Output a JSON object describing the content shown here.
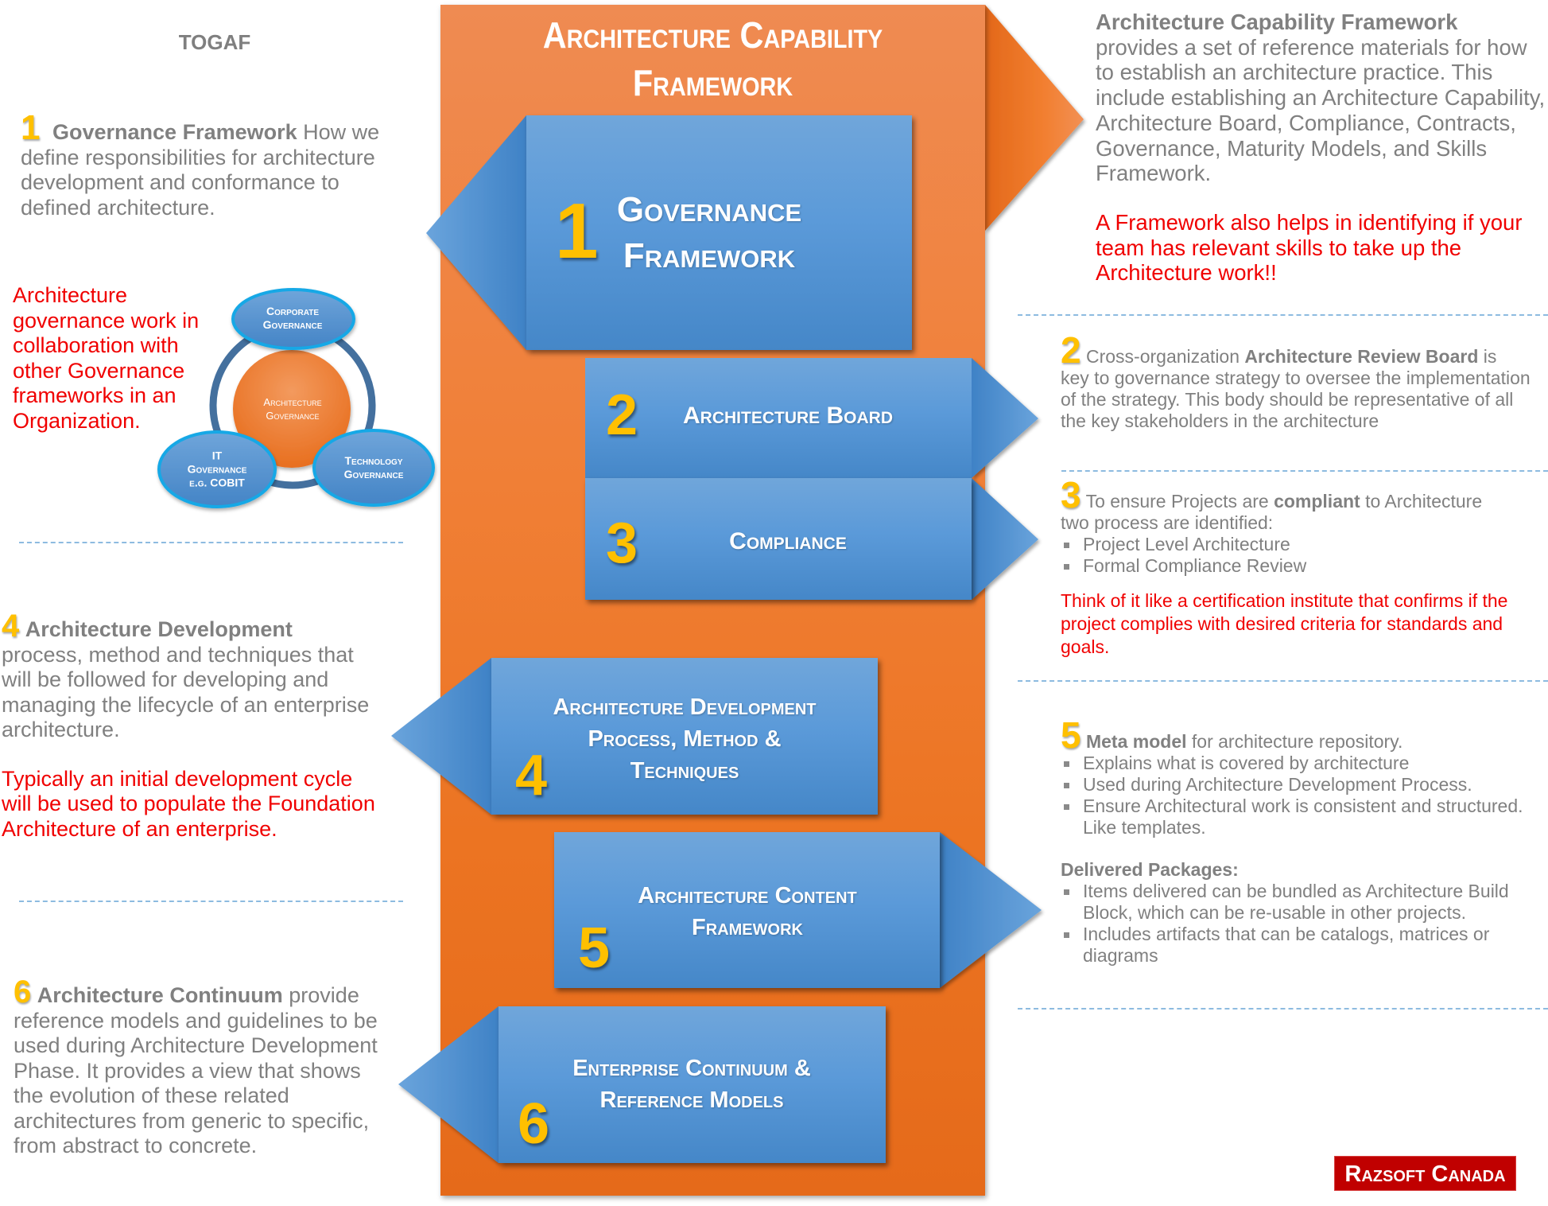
{
  "header": {
    "togaf_label": "TOGAF",
    "main_title_line1": "Architecture Capability",
    "main_title_line2": "Framework"
  },
  "colors": {
    "orange": "#f07f36",
    "blue": "#5b9ad9",
    "number_yellow": "#ffc000",
    "highlight_red": "#f00000",
    "body_gray": "#808080",
    "logo_red": "#c00000"
  },
  "boxes": [
    {
      "number": "1",
      "line1": "Governance",
      "line2": "Framework",
      "direction": "left"
    },
    {
      "number": "2",
      "line1": "Architecture Board",
      "direction": "right"
    },
    {
      "number": "3",
      "line1": "Compliance",
      "direction": "right"
    },
    {
      "number": "4",
      "line1": "Architecture Development",
      "line2": "Process, Method &",
      "line3": "Techniques",
      "direction": "left"
    },
    {
      "number": "5",
      "line1": "Architecture Content",
      "line2": "Framework",
      "direction": "right"
    },
    {
      "number": "6",
      "line1": "Enterprise Continuum &",
      "line2": "Reference Models",
      "direction": "left"
    }
  ],
  "left": {
    "s1": {
      "number": "1",
      "title": "Governance Framework",
      "text": " How we define responsibilities for architecture development and conformance to defined architecture."
    },
    "gov_note": "Architecture governance work in collaboration with other Governance frameworks in an Organization.",
    "gov_diagram": {
      "center": {
        "line1": "Architecture",
        "line2": "Governance"
      },
      "top": {
        "line1": "Corporate",
        "line2": "Governance"
      },
      "left": {
        "line1": "IT",
        "line2": "Governance",
        "line3": "e.g. COBIT"
      },
      "right": {
        "line1": "Technology",
        "line2": "Governance"
      }
    },
    "s4": {
      "number": "4",
      "title": "Architecture Development",
      "text": "process, method and techniques that will be followed for developing and managing the lifecycle of an enterprise architecture.",
      "note": "Typically an initial development cycle will be used to populate the Foundation Architecture of an enterprise."
    },
    "s6": {
      "number": "6",
      "title": "Architecture Continuum",
      "text": " provide reference models and guidelines to be used during Architecture Development Phase. It provides a view that shows the evolution of these related architectures from generic to specific, from abstract to concrete."
    }
  },
  "right": {
    "intro": {
      "title": "Architecture Capability Framework",
      "text": "provides a set of reference materials for how to establish an architecture practice. This include establishing an Architecture Capability, Architecture Board, Compliance, Contracts, Governance, Maturity Models, and Skills Framework.",
      "note": "A Framework also helps in identifying if your team has relevant skills to take up the Architecture work!!"
    },
    "s2": {
      "number": "2",
      "pre": " Cross-organization ",
      "bold": "Architecture Review Board",
      "post": " is",
      "text": "key to governance strategy to oversee the implementation of the strategy. This body should be representative of all the key stakeholders in the architecture"
    },
    "s3": {
      "number": "3",
      "pre": " To ensure Projects are ",
      "bold": "compliant",
      "post": " to Architecture",
      "text": "two process are identified:",
      "bullets": [
        "Project Level Architecture",
        "Formal Compliance Review"
      ],
      "note": "Think of it like a certification institute that confirms if the project complies with desired criteria for standards and goals."
    },
    "s5": {
      "number": "5",
      "bold": "Meta model",
      "post": " for architecture repository.",
      "bullets": [
        "Explains what is covered by architecture",
        "Used during Architecture Development Process.",
        "Ensure Architectural work is consistent and structured. Like templates."
      ],
      "packages_title": "Delivered Packages:",
      "packages": [
        "Items delivered can be bundled as Architecture Build Block, which can be re-usable in other projects.",
        "Includes artifacts that can be catalogs, matrices or diagrams"
      ]
    }
  },
  "footer": {
    "logo_text": "Razsoft Canada"
  }
}
